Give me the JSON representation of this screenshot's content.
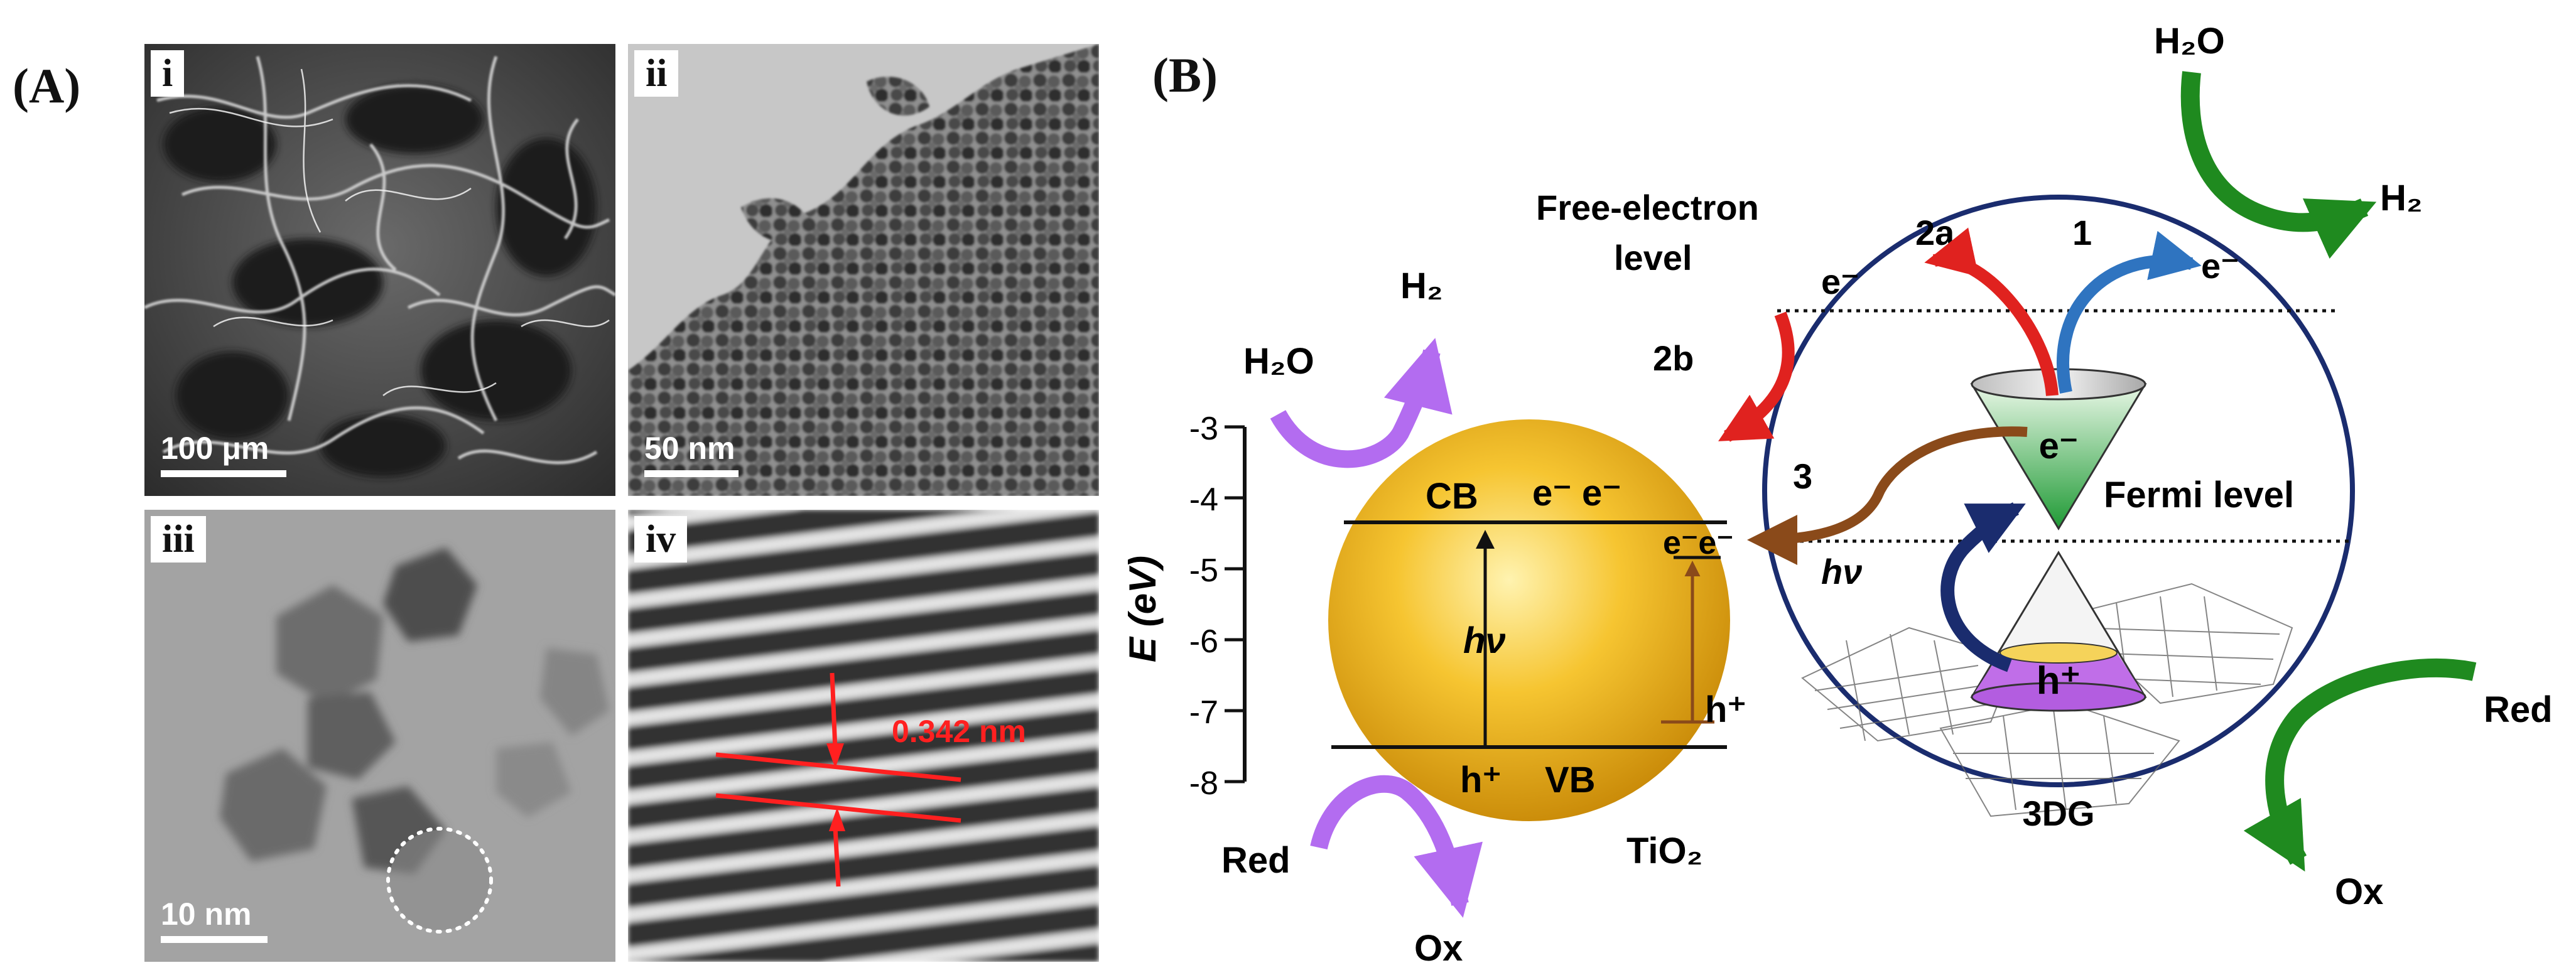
{
  "panel_a": {
    "label": "(A)",
    "images": [
      {
        "tag": "i",
        "scale": "100 μm"
      },
      {
        "tag": "ii",
        "scale": "50 nm"
      },
      {
        "tag": "iii",
        "scale": "10 nm"
      },
      {
        "tag": "iv",
        "spacing": "0.342 nm"
      }
    ]
  },
  "panel_b": {
    "label": "(B)",
    "y_axis": {
      "label": "E (eV)",
      "ticks": [
        "-3",
        "-4",
        "-5",
        "-6",
        "-7",
        "-8"
      ]
    },
    "tio2": {
      "name": "TiO2",
      "cb": "CB",
      "vb": "VB",
      "hv": "hν",
      "electrons": "e⁻ e⁻",
      "trapped": "e⁻e⁻",
      "hole_vb": "h⁺",
      "hole_side": "h⁺",
      "h2o": "H2O",
      "h2": "H2",
      "red": "Red",
      "ox": "Ox"
    },
    "graphene": {
      "name": "3DG",
      "free_level": [
        "Free-electron",
        "level"
      ],
      "fermi": "Fermi level",
      "hv": "hν",
      "cone_e": "e⁻",
      "cone_h": "h⁺",
      "step1": "1",
      "step2a": "2a",
      "step2b": "2b",
      "step3": "3",
      "e_left": "e⁻",
      "e_right": "e⁻",
      "h2o": "H2O",
      "h2": "H2",
      "red": "Red",
      "ox": "Ox"
    },
    "colors": {
      "sphere": "#f2b20f",
      "ring": "#1a2c6e",
      "purple_arrow": "#b36cf0",
      "green_arrow": "#1f8a1f",
      "red_arrow": "#e0221f",
      "blue_arrow": "#2f74c0",
      "brown_arrow": "#8a4a1a",
      "cone_green": "#35b24a",
      "cone_purple": "#c06ee8",
      "scale_red": "#ff2020"
    }
  }
}
